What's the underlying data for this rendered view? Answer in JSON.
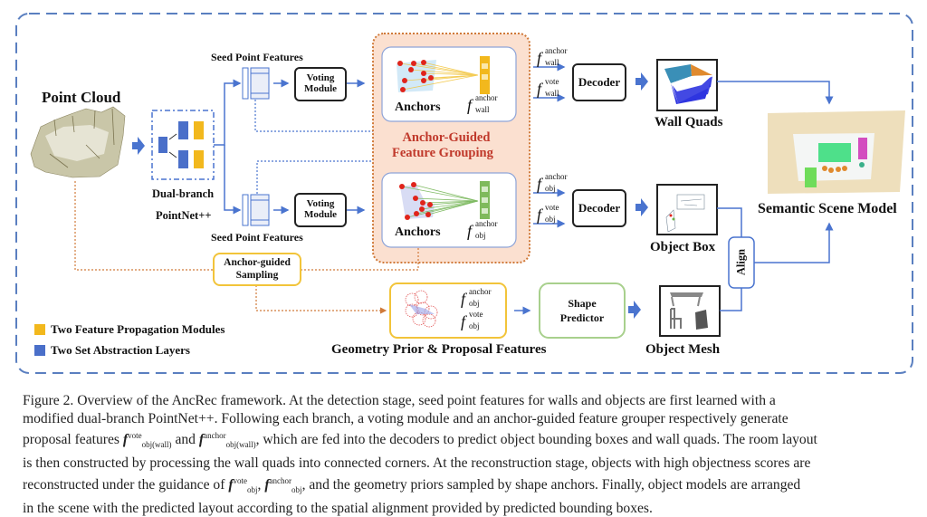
{
  "figure": {
    "point_cloud_title": "Point Cloud",
    "dual_branch_label": [
      "Dual-branch",
      "PointNet++"
    ],
    "seed_features_top": "Seed Point Features",
    "seed_features_bottom": "Seed Point Features",
    "voting_module_top": [
      "Voting",
      "Module"
    ],
    "voting_module_bottom": [
      "Voting",
      "Module"
    ],
    "anchor_group_title": [
      "Anchor-Guided",
      "Feature Grouping"
    ],
    "anchors_top": "Anchors",
    "anchors_bottom": "Anchors",
    "f_anchor_wall": {
      "base": "f",
      "sup": "anchor",
      "sub": "wall"
    },
    "f_vote_wall": {
      "base": "f",
      "sup": "vote",
      "sub": "wall"
    },
    "f_anchor_obj": {
      "base": "f",
      "sup": "anchor",
      "sub": "obj"
    },
    "f_vote_obj": {
      "base": "f",
      "sup": "vote",
      "sub": "obj"
    },
    "decoder_top": "Decoder",
    "decoder_bottom": "Decoder",
    "wall_quads": "Wall Quads",
    "object_box": "Object Box",
    "object_mesh": "Object Mesh",
    "semantic_scene_model": "Semantic Scene Model",
    "align": "Align",
    "anchor_guided_sampling": [
      "Anchor-guided",
      "Sampling"
    ],
    "geometry_prior": "Geometry Prior & Proposal Features",
    "shape_predictor": [
      "Shape",
      "Predictor"
    ],
    "legend": [
      {
        "label": "Two Feature Propagation Modules",
        "color": "#f2b81d"
      },
      {
        "label": "Two Set Abstraction Layers",
        "color": "#4a6fc9"
      }
    ],
    "colors": {
      "frame": "#5a7fc0",
      "flow_blue": "#4a74cf",
      "orange_dot": "#d07a3a",
      "group_fill": "#fbe0d0",
      "group_title": "#c0392b",
      "yellow_border": "#f2c43a",
      "green_border": "#a8d08d"
    }
  },
  "caption": {
    "lines": [
      "Figure 2. Overview of the AncRec framework.  At the detection stage, seed point features for walls and objects are first learned with a",
      "modified dual-branch PointNet++.  Following each branch, a voting module and an anchor-guided feature grouper respectively generate",
      "which are fed into the decoders to predict object bounding boxes and wall quads. The room layout",
      "is then constructed by processing the wall quads into connected corners.  At the reconstruction stage, objects with high objectness scores are",
      "and the geometry priors sampled by shape anchors. Finally, object models are arranged",
      "in the scene with the predicted layout according to the spatial alignment provided by predicted bounding boxes."
    ],
    "line3_prefix": "proposal features",
    "line3_and": "and",
    "line5_prefix": "reconstructed under the guidance of",
    "m_vote_objwall": {
      "base": "f",
      "sup": "vote",
      "sub": "obj(wall)"
    },
    "m_anchor_objwall": {
      "base": "f",
      "sup": "anchor",
      "sub": "obj(wall)"
    },
    "m_vote_obj": {
      "base": "f",
      "sup": "vote",
      "sub": "obj"
    },
    "m_anchor_obj": {
      "base": "f",
      "sup": "anchor",
      "sub": "obj"
    }
  }
}
